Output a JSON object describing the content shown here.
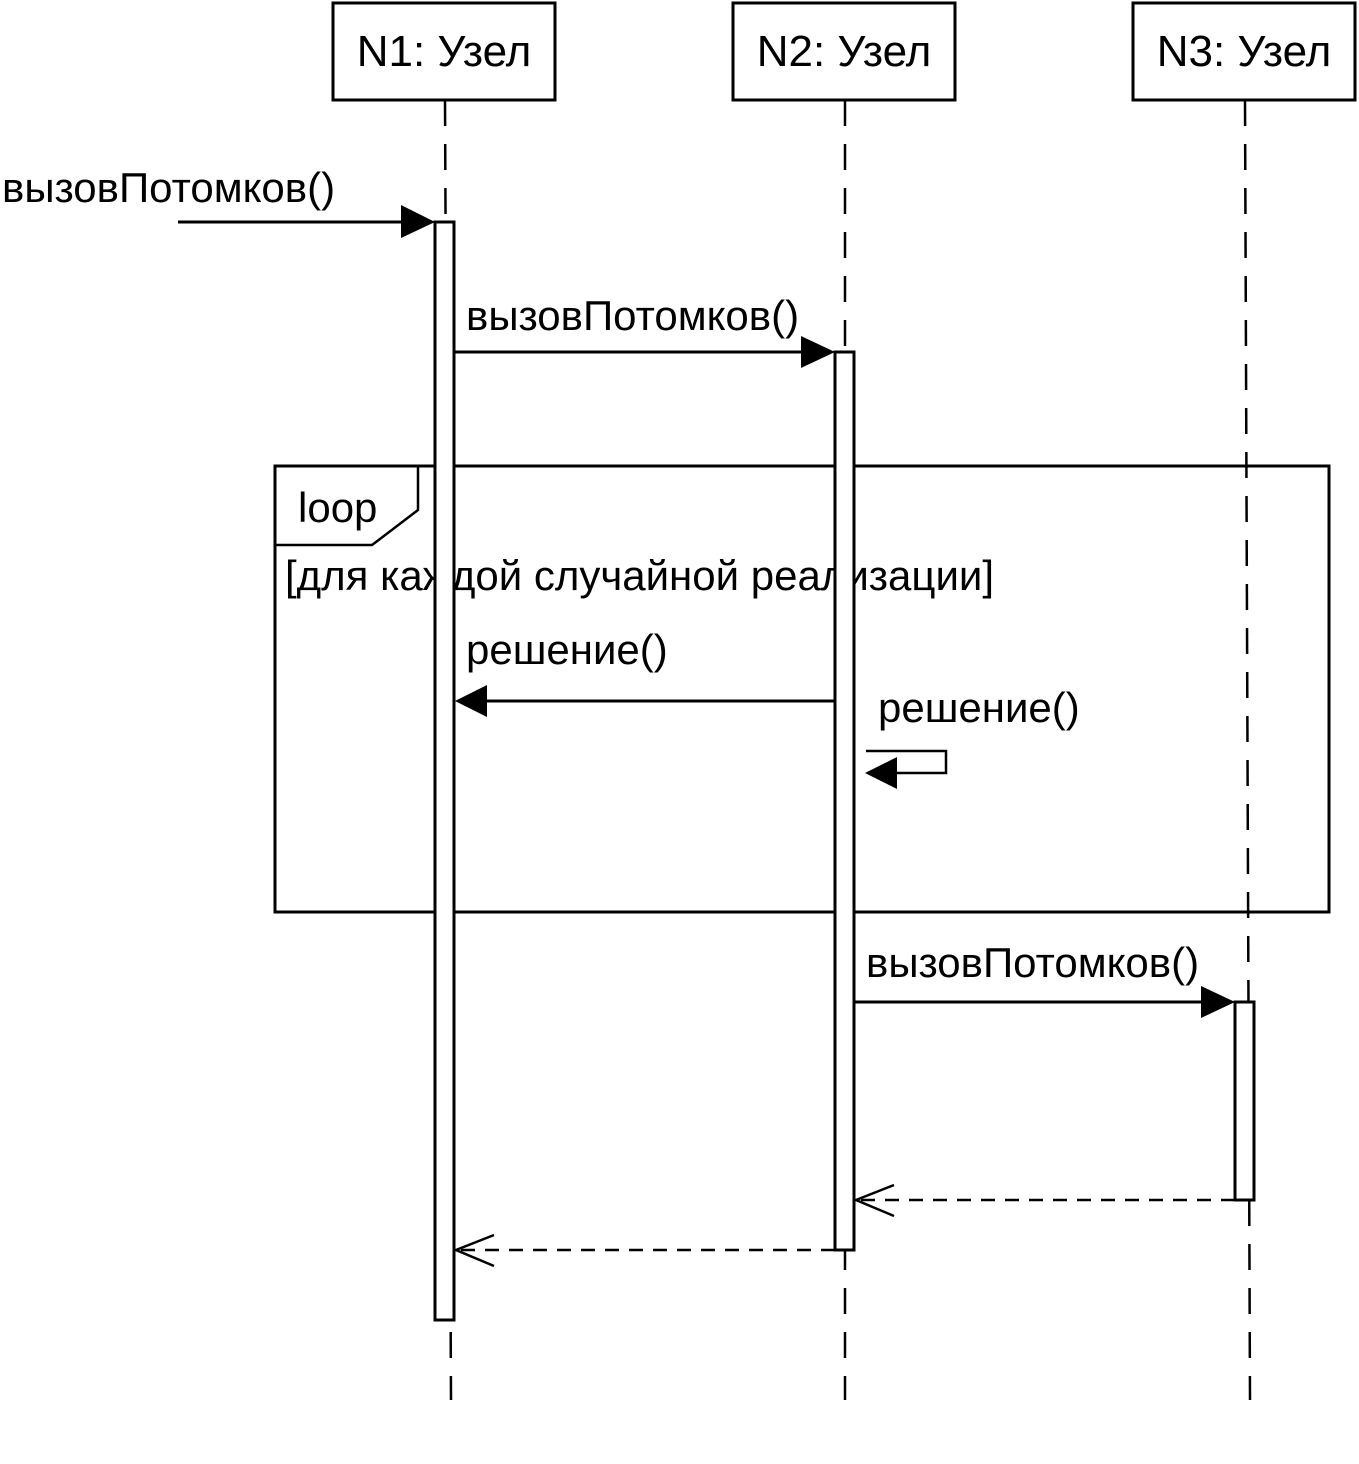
{
  "lifelines": [
    {
      "label": "N1: Узел"
    },
    {
      "label": "N2: Узел"
    },
    {
      "label": "N3: Узел"
    }
  ],
  "messages": {
    "m1": "вызовПотомков()",
    "m2": "вызовПотомков()",
    "m3": "решение()",
    "m4": "решение()",
    "m5": "вызовПотомков()"
  },
  "fragment": {
    "operator": "loop",
    "guard": "[для каждой случайной реализации]"
  }
}
